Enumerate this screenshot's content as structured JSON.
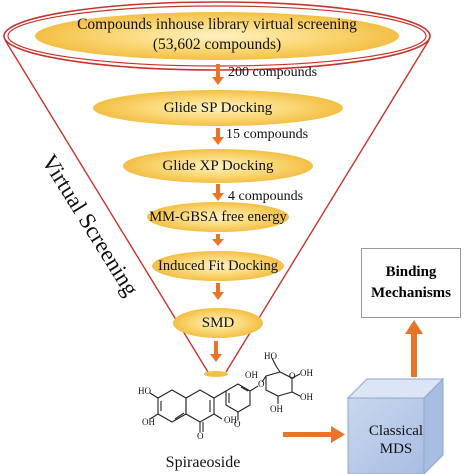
{
  "funnel": {
    "title_line1": "Compounds inhouse library virtual screening",
    "title_line2": "(53,602 compounds)",
    "side_label": "Virtual Screening",
    "stages": [
      "Glide SP Docking",
      "Glide XP Docking",
      "MM-GBSA free energy",
      "Induced Fit Docking",
      "SMD"
    ],
    "counts": [
      "200 compounds",
      "15 compounds",
      "4 compounds"
    ]
  },
  "molecule": {
    "name": "Spiraeoside",
    "atom_labels": [
      "OH",
      "HO",
      "OH",
      "OH",
      "HO",
      "OH",
      "OH",
      "OH",
      "O",
      "O",
      "O",
      "O"
    ]
  },
  "mds_box": {
    "line1": "Classical",
    "line2": "MDS"
  },
  "result_box": {
    "line1": "Binding",
    "line2": "Mechanisms"
  },
  "colors": {
    "ellipse_fill": "#f7c95a",
    "ellipse_center": "#fff1c2",
    "funnel_outline": "#c8332c",
    "arrow": "#e8742a",
    "cube_front": "#b9cbe8",
    "cube_top": "#d7e3f5",
    "cube_side": "#9db3da"
  }
}
